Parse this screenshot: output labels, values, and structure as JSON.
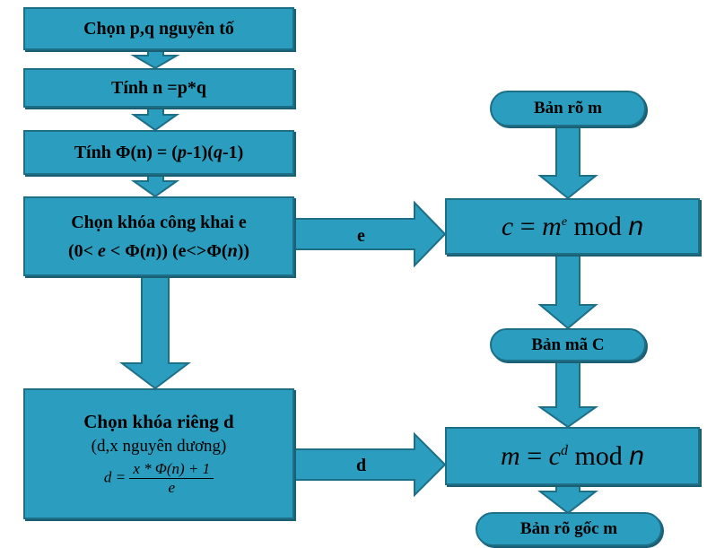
{
  "steps": {
    "choose_pq": "Chọn p,q nguyên tố",
    "compute_n": "Tính n =p*q",
    "compute_phi": {
      "prefix": "Tính Φ(n) = (",
      "p": "p",
      "mid": "-1)(",
      "q": "q",
      "suffix": "-1)"
    },
    "public_key": {
      "line1": "Chọn khóa công khai e",
      "line2_a": "(0< ",
      "line2_e": "e",
      "line2_b": " < Φ(",
      "line2_n1": "n",
      "line2_c": ")) (e<>Φ(",
      "line2_n2": "n",
      "line2_d": "))"
    },
    "private_key": {
      "line1": "Chọn khóa riêng d",
      "line2": "(d,x nguyên dương)",
      "formula_lhs": "d =",
      "formula_num": "x * Φ(n) + 1",
      "formula_den": "e"
    }
  },
  "right": {
    "plaintext": "Bản rõ m",
    "encrypt": {
      "c": "c",
      "eq": " = ",
      "m": "m",
      "exp": "e",
      "mod": " mod ",
      "n": "n"
    },
    "ciphertext": "Bản mã C",
    "decrypt": {
      "m": "m",
      "eq": " = ",
      "c": "c",
      "exp": "d",
      "mod": " mod ",
      "n": "n"
    },
    "original": "Bản rõ gốc m"
  },
  "arrows": {
    "e_label": "e",
    "d_label": "d"
  },
  "colors": {
    "fill": "#2b9ebf",
    "stroke": "#1d6f87",
    "text": "#000000"
  }
}
